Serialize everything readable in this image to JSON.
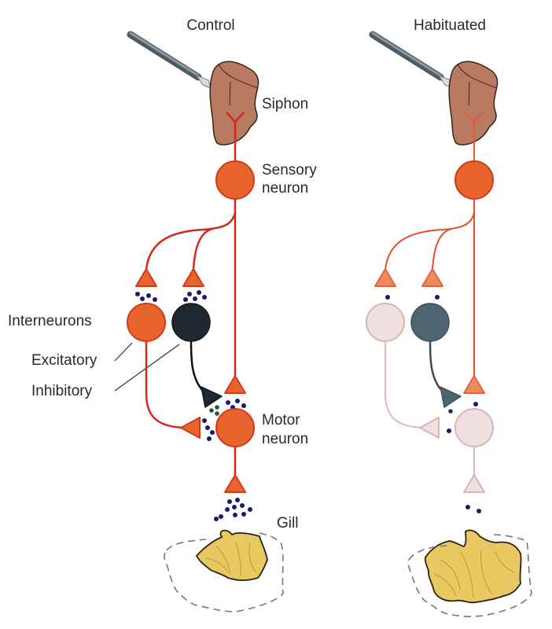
{
  "titles": {
    "control": "Control",
    "habituated": "Habituated"
  },
  "labels": {
    "siphon": "Siphon",
    "sensory_line1": "Sensory",
    "sensory_line2": "neuron",
    "interneurons": "Interneurons",
    "excitatory": "Excitatory",
    "inhibitory": "Inhibitory",
    "motor_line1": "Motor",
    "motor_line2": "neuron",
    "gill": "Gill"
  },
  "colors": {
    "active_neuron": "#e8642e",
    "active_outline": "#d23a1c",
    "axon": "#d4281c",
    "inhibitory_neuron": "#1f2830",
    "inhibitory_faded": "#4e6470",
    "faded_neuron": "#efe0e0",
    "faded_outline": "#d9b5b5",
    "terminal_faded": "#ee8a5e",
    "vesicle": "#1a1a6e",
    "vesicle_inhibitory": "#1e5a32",
    "siphon": "#b97a62",
    "gill": "#e8c860",
    "probe": "#6d7a82"
  },
  "panels": [
    {
      "id": "control",
      "state": "control"
    },
    {
      "id": "habituated",
      "state": "habituated"
    }
  ]
}
